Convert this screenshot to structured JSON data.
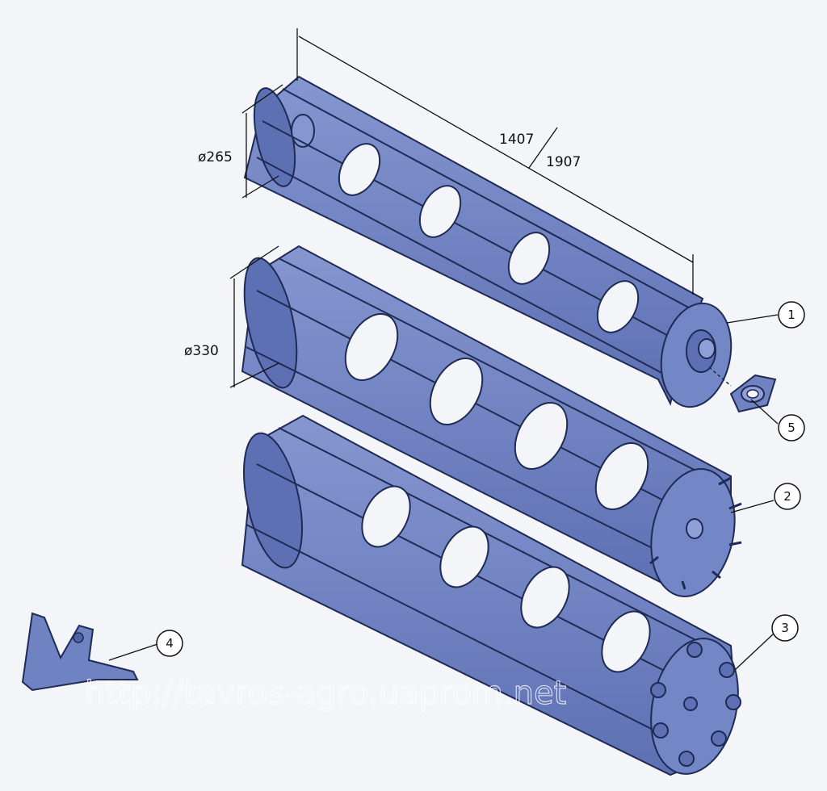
{
  "dimensions": {
    "roller1_diameter": "ø265",
    "roller2_diameter": "ø330",
    "length_short": "1407",
    "length_long": "1907"
  },
  "callouts": [
    "1",
    "2",
    "3",
    "4",
    "5"
  ],
  "watermark": "http://tavros-agro.uaprom.net",
  "colors": {
    "part_fill": "#6f83c2",
    "part_dark": "#4f63a6",
    "part_edge": "#1f2a55",
    "background": "#f4f5f8"
  }
}
